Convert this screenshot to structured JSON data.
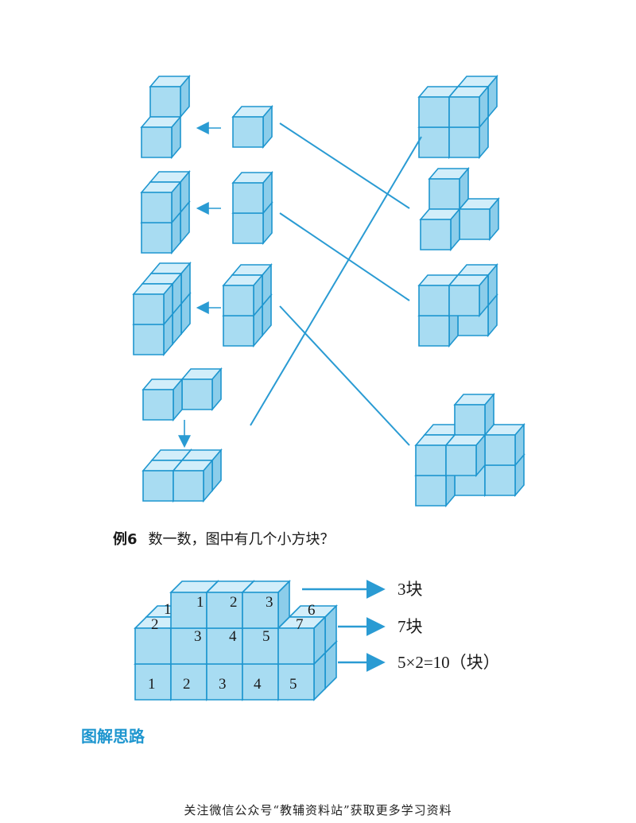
{
  "example": {
    "tag": "例6",
    "question": "数一数，图中有几个小方块？"
  },
  "diagram": {
    "top_row_numbers": [
      "1",
      "2",
      "3"
    ],
    "middle_row_numbers": [
      "3",
      "4",
      "5"
    ],
    "middle_side_numbers": [
      "1",
      "2",
      "6",
      "7"
    ],
    "bottom_row_numbers": [
      "1",
      "2",
      "3",
      "4",
      "5"
    ],
    "labels": [
      "3块",
      "7块",
      "5×2=10（块）"
    ]
  },
  "section_title": "图解思路",
  "footer": "关注微信公众号“教辅资料站”获取更多学习资料"
}
